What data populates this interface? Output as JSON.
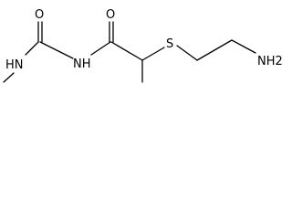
{
  "diagram": {
    "type": "chemical-structure",
    "atoms": {
      "amine_nh": "HN",
      "carbonyl_o_left": "O",
      "amide_nh": "NH",
      "carbonyl_o_right": "O",
      "sulfur": "S",
      "terminal_amine": "NH2"
    },
    "colors": {
      "bond": "#000000",
      "label": "#000000",
      "background": "#ffffff"
    }
  }
}
